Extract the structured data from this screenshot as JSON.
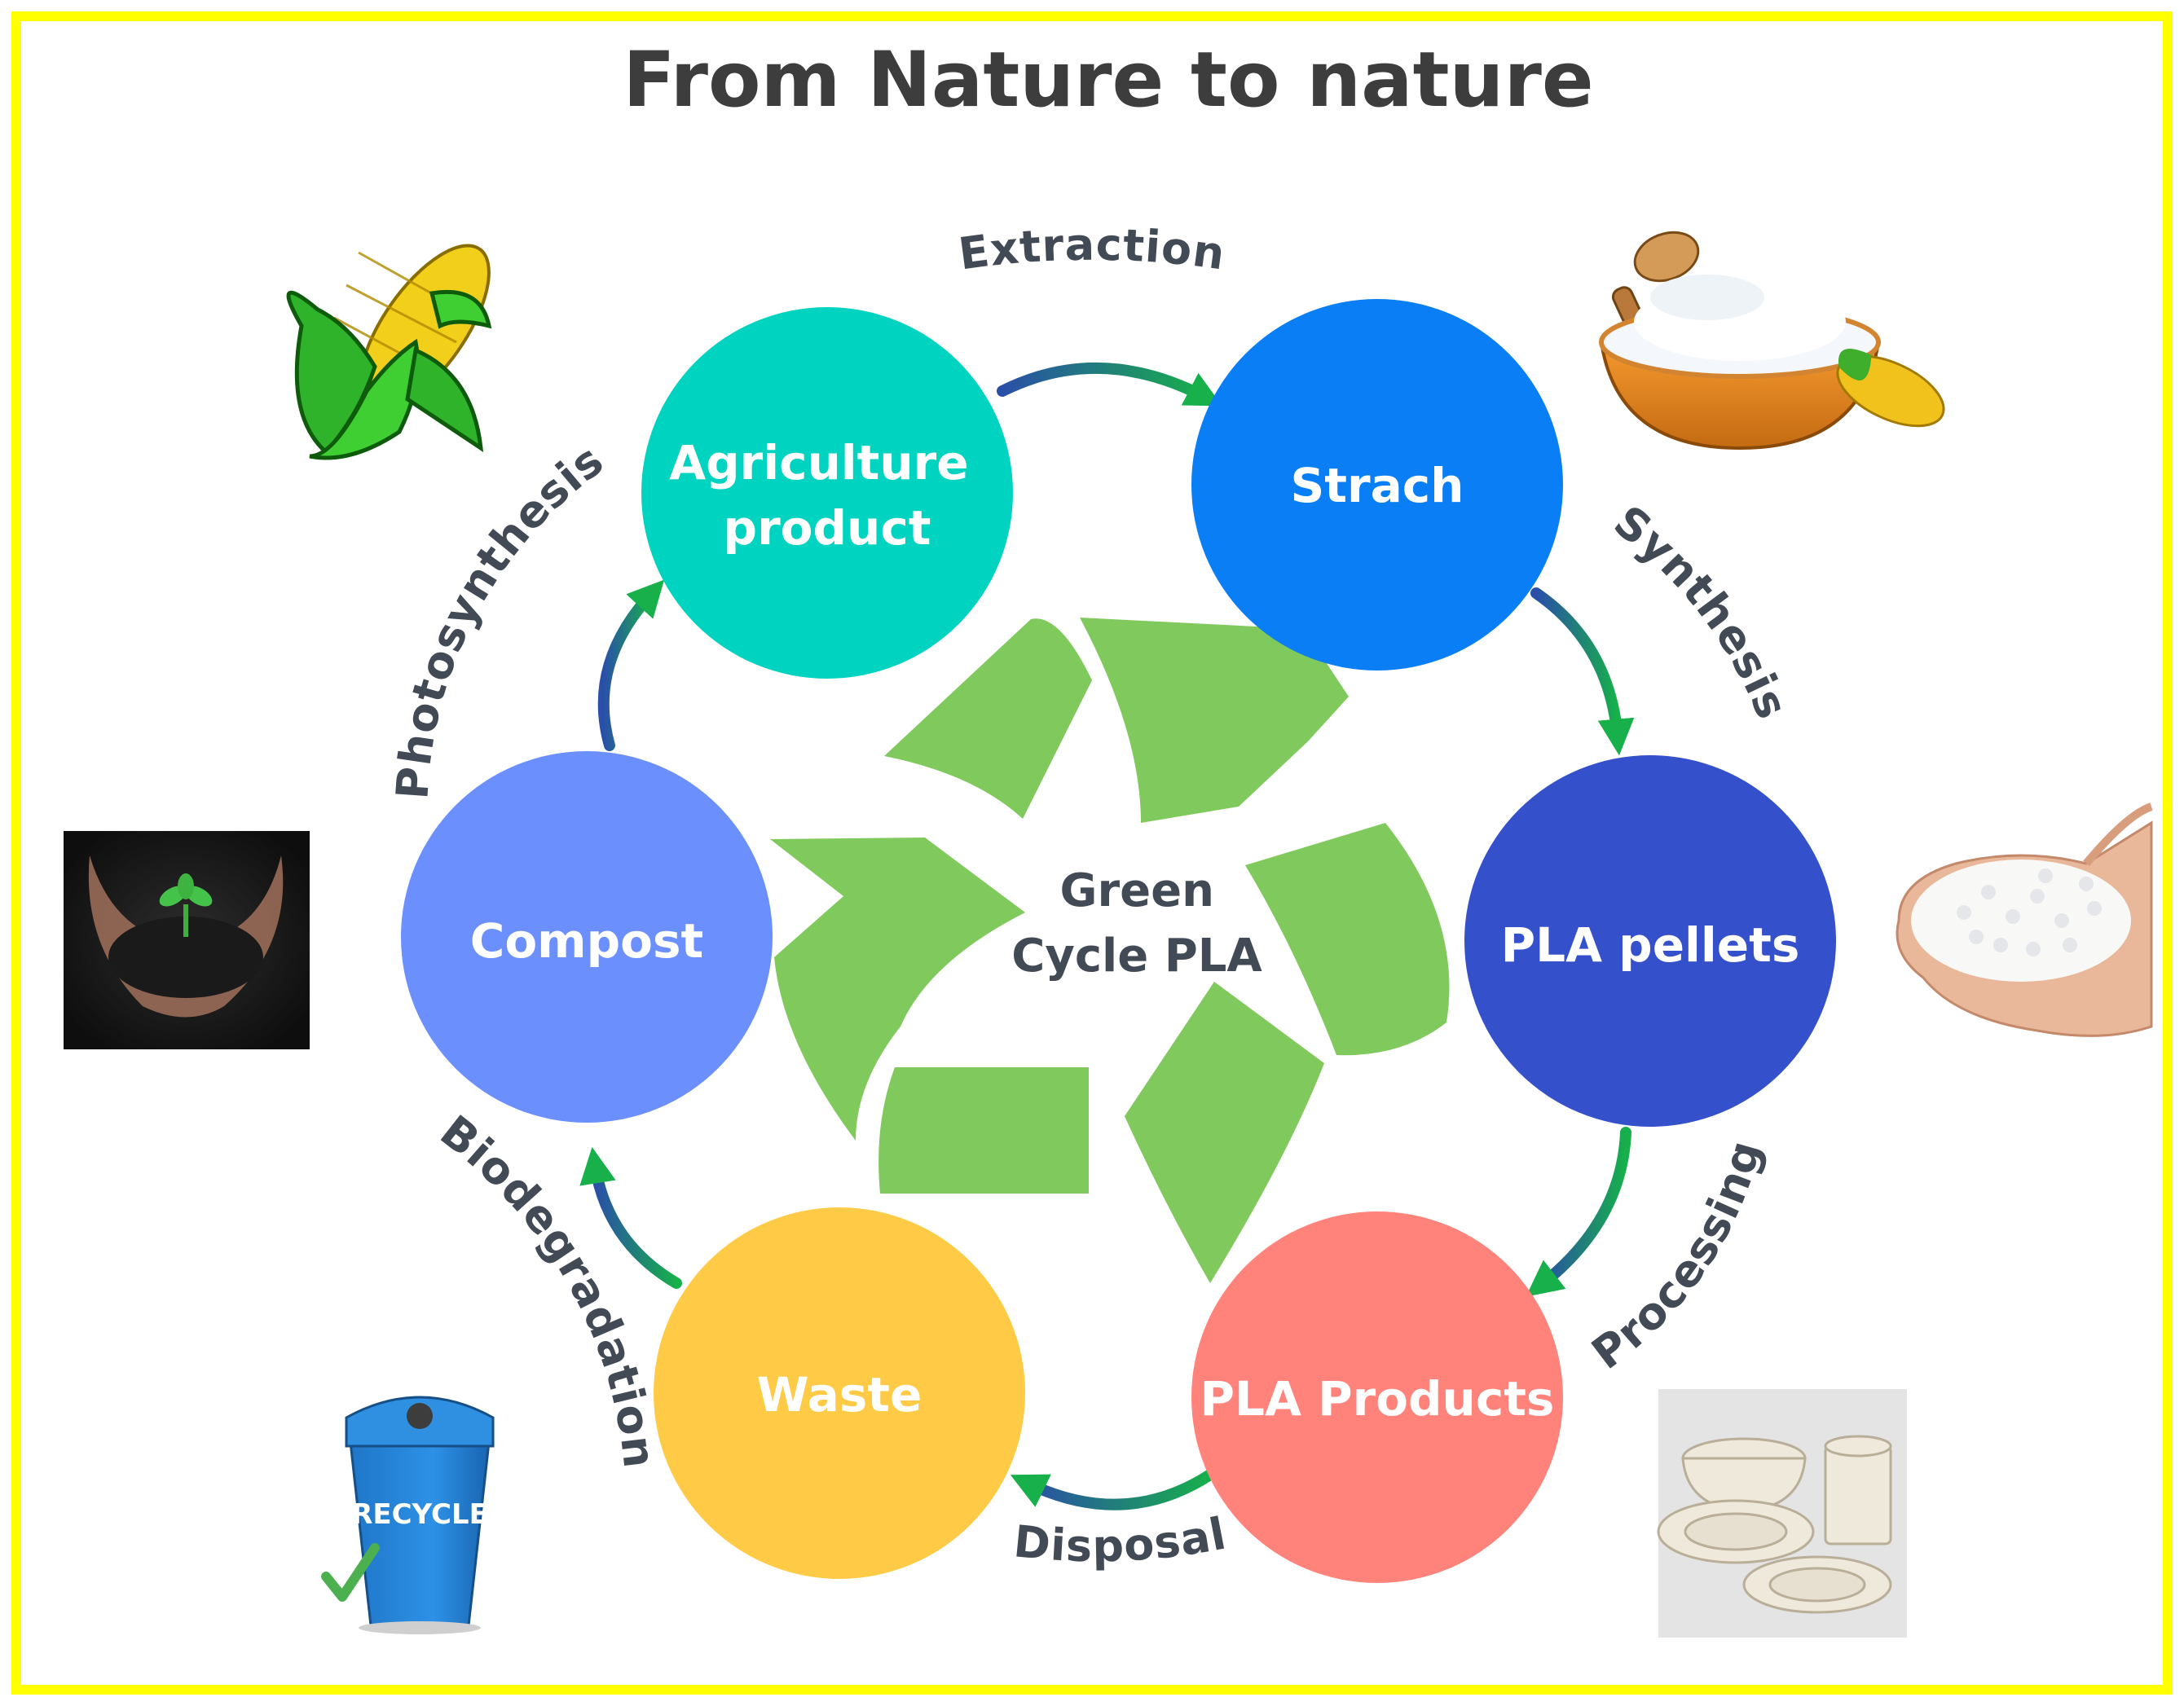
{
  "title": "From Nature to nature",
  "center_label": [
    "Green",
    "Cycle PLA"
  ],
  "stages": {
    "agriculture": {
      "lines": [
        "Agriculture",
        "product"
      ],
      "color": "#00d3c0"
    },
    "starch": {
      "lines": [
        "Strach"
      ],
      "color": "#0a7ef4"
    },
    "pellets": {
      "lines": [
        "PLA pellets"
      ],
      "color": "#3550cb"
    },
    "products": {
      "lines": [
        "PLA Products"
      ],
      "color": "#ff837a"
    },
    "waste": {
      "lines": [
        "Waste"
      ],
      "color": "#ffcb47"
    },
    "compost": {
      "lines": [
        "Compost"
      ],
      "color": "#6b8ffc"
    }
  },
  "processes": {
    "extraction": "Extraction",
    "synthesis": "Synthesis",
    "processing": "Processing",
    "disposal": "Disposal",
    "biodegradation": "Biodegradation",
    "photosynthesis": "Photosynthesis"
  },
  "illustrations": {
    "corn": "corn-icon",
    "starch_bowl": "starch-bowl-icon",
    "pellets_hand": "pellets-in-hand-photo",
    "tableware": "pla-tableware-photo",
    "recycle_bin": {
      "icon": "recycle-bin-icon",
      "label": "RECYCLE"
    },
    "soil_hands": "seedling-in-soil-photo"
  },
  "colors": {
    "frame": "#ffff00",
    "recycle_symbol": "#80c95c",
    "arrow_start": "#2a4fa8",
    "arrow_end": "#17b04a",
    "title_text": "#3d3d3d",
    "label_text": "#424a55"
  }
}
